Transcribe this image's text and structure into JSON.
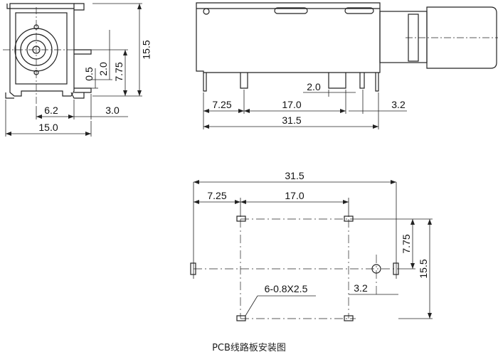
{
  "front_view": {
    "dim_height": "15.5",
    "dim_center_height": "7.75",
    "dim_pin_offset": "2.0",
    "dim_pin_gap": "0.5",
    "dim_pin_spacing": "6.2",
    "dim_pin_width": "3.0",
    "dim_width": "15.0"
  },
  "side_view": {
    "dim_front_to_pin": "7.25",
    "dim_pin_spacing": "17.0",
    "dim_pin_width": "2.0",
    "dim_rear_pin": "3.2",
    "dim_length": "31.5"
  },
  "pcb_layout": {
    "dim_length": "31.5",
    "dim_front_to_pin": "7.25",
    "dim_pin_spacing": "17.0",
    "dim_center_height": "7.75",
    "dim_width": "15.5",
    "dim_rear_pin": "3.2",
    "slot_note": "6-0.8X2.5"
  },
  "caption": "PCB线路板安装图"
}
